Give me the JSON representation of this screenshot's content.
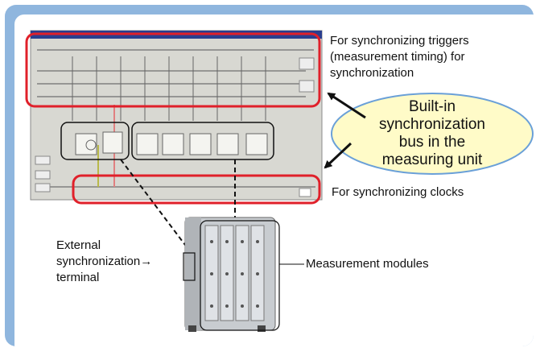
{
  "labels": {
    "triggers": "For synchronizing triggers (measurement timing) for synchronization",
    "triggers_line1": "For synchronizing triggers",
    "triggers_line2": "(measurement timing) for",
    "triggers_line3": "synchronization",
    "bus": "Built-in synchronization bus in the measuring unit",
    "bus_line1": "Built-in",
    "bus_line2": "synchronization",
    "bus_line3": "bus in the",
    "bus_line4": "measuring unit",
    "clocks": "For synchronizing clocks",
    "external_line1": "External",
    "external_line2": "synchronization→",
    "external_line3": "terminal",
    "modules": "Measurement modules"
  },
  "colors": {
    "frame": "#8fb6de",
    "highlight_red": "#e0202a",
    "ellipse_fill": "#fffbc8",
    "ellipse_stroke": "#6aa0d8"
  }
}
